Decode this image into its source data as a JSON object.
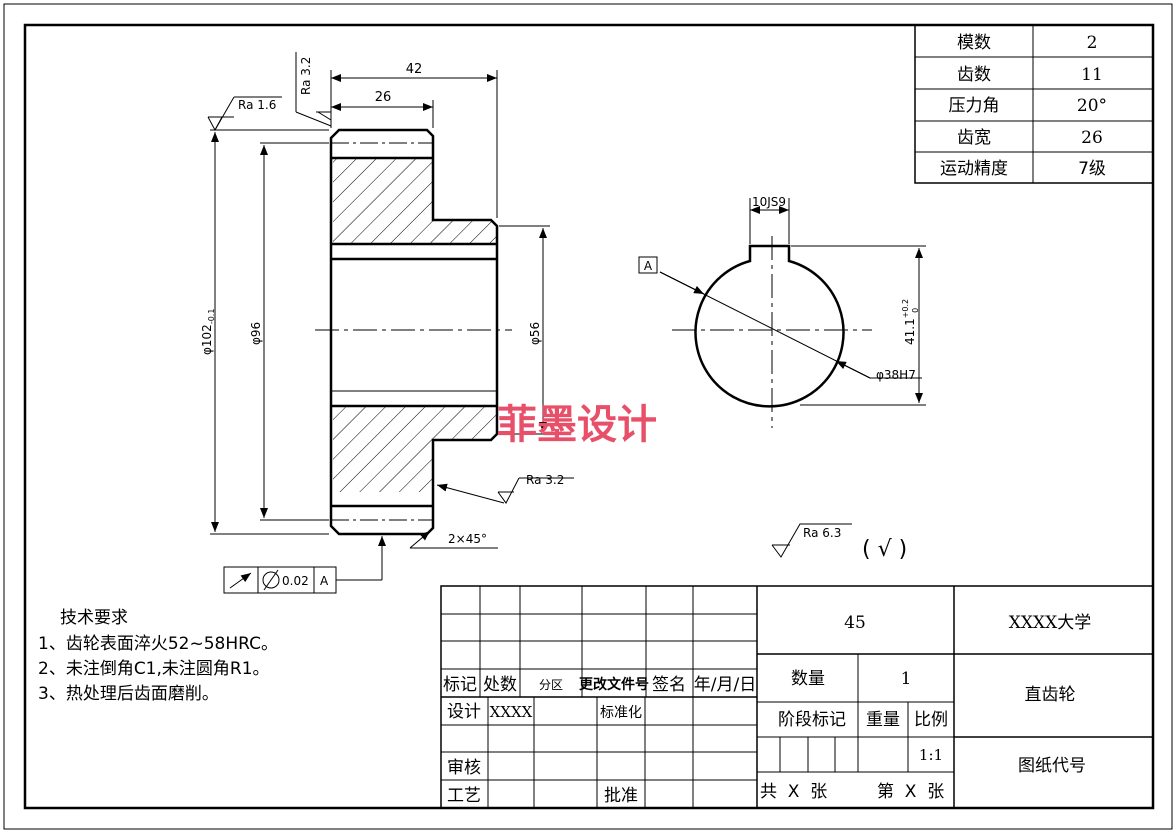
{
  "dimensions": {
    "len_42": "42",
    "len_26": "26",
    "ra_top_face": "Ra 3.2",
    "ra_outer": "Ra 1.6",
    "dia_102": "φ102",
    "dia_102_tol": "-0.1",
    "dia_96": "φ96",
    "dia_56": "φ56",
    "ra_hub": "Ra 3.2",
    "chamfer": "2×45°",
    "keyway_width": "10JS9",
    "datum": "A",
    "keyway_depth": "41.1",
    "keyway_depth_tol_upper": "+0.2",
    "keyway_depth_tol_lower": "0",
    "bore": "φ38H7",
    "runout_value": "0.02",
    "runout_datum": "A",
    "ra_general": "Ra 6.3",
    "ra_general_paren": "(  √ )"
  },
  "params_table": [
    {
      "label": "模数",
      "value": "2"
    },
    {
      "label": "齿数",
      "value": "11"
    },
    {
      "label": "压力角",
      "value": "20°"
    },
    {
      "label": "齿宽",
      "value": "26"
    },
    {
      "label": "运动精度",
      "value": "7级"
    }
  ],
  "watermark": "菲墨设计",
  "tech_requirements": {
    "title": "技术要求",
    "items": [
      "1、齿轮表面淬火52~58HRC。",
      "2、未注倒角C1,未注圆角R1。",
      "3、热处理后齿面磨削。"
    ]
  },
  "title_block": {
    "revision_headers": [
      "标记",
      "处数",
      "分区",
      "更改文件号",
      "签名",
      "年/月/日"
    ],
    "design_label": "设计",
    "design_name": "XXXX",
    "standardize_label": "标准化",
    "review_label": "审核",
    "process_label": "工艺",
    "approve_label": "批准",
    "material": "45",
    "school": "XXXX大学",
    "quantity_label": "数量",
    "quantity": "1",
    "part_name": "直齿轮",
    "stage_label": "阶段标记",
    "weight_label": "重量",
    "scale_label": "比例",
    "scale": "1:1",
    "drawing_no_label": "图纸代号",
    "sheets_total": "共  X  张",
    "sheet_no": "第  X  张"
  }
}
